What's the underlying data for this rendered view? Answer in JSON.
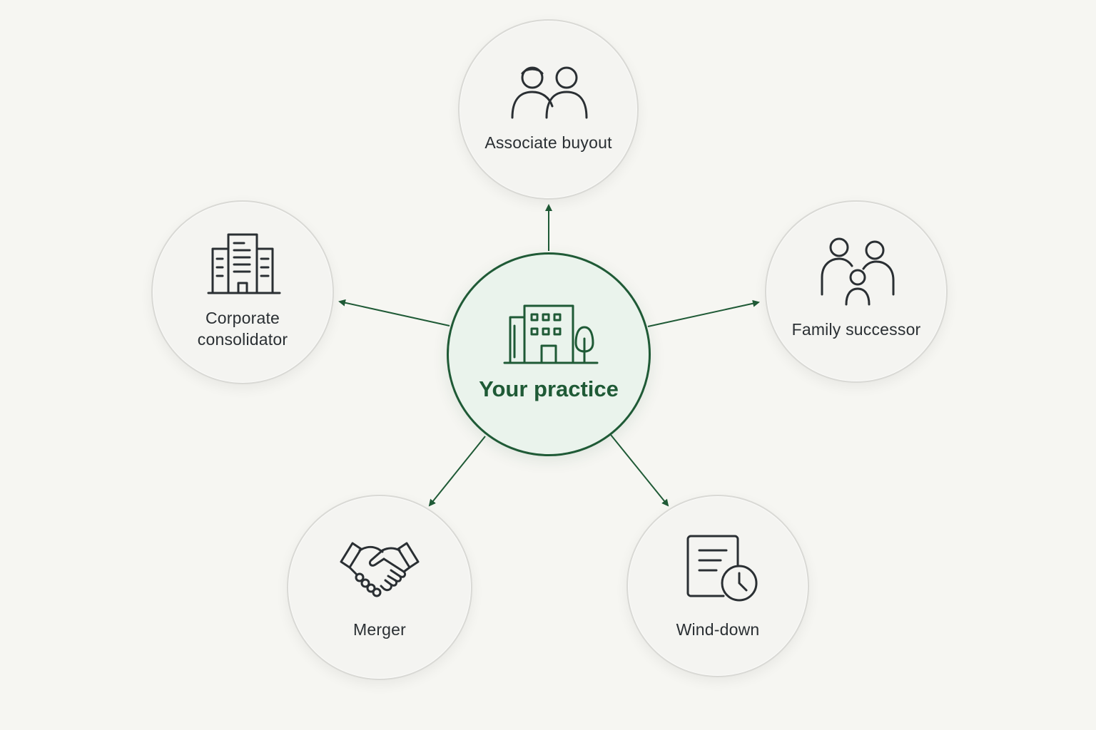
{
  "colors": {
    "background": "#f6f6f2",
    "accent": "#1f5a36",
    "center_fill": "#eaf3ec",
    "node_fill": "#f4f4f1",
    "node_border": "#d9d9d5",
    "icon_stroke": "#2a2f33"
  },
  "center": {
    "label": "Your practice",
    "icon": "office-building-tree-icon"
  },
  "options": [
    {
      "label": "Associate buyout",
      "icon": "two-people-icon"
    },
    {
      "label": "Family successor",
      "icon": "family-icon"
    },
    {
      "label": "Wind-down",
      "icon": "document-clock-icon"
    },
    {
      "label": "Merger",
      "icon": "handshake-icon"
    },
    {
      "label": "Corporate consolidator",
      "icon": "office-buildings-icon"
    }
  ]
}
